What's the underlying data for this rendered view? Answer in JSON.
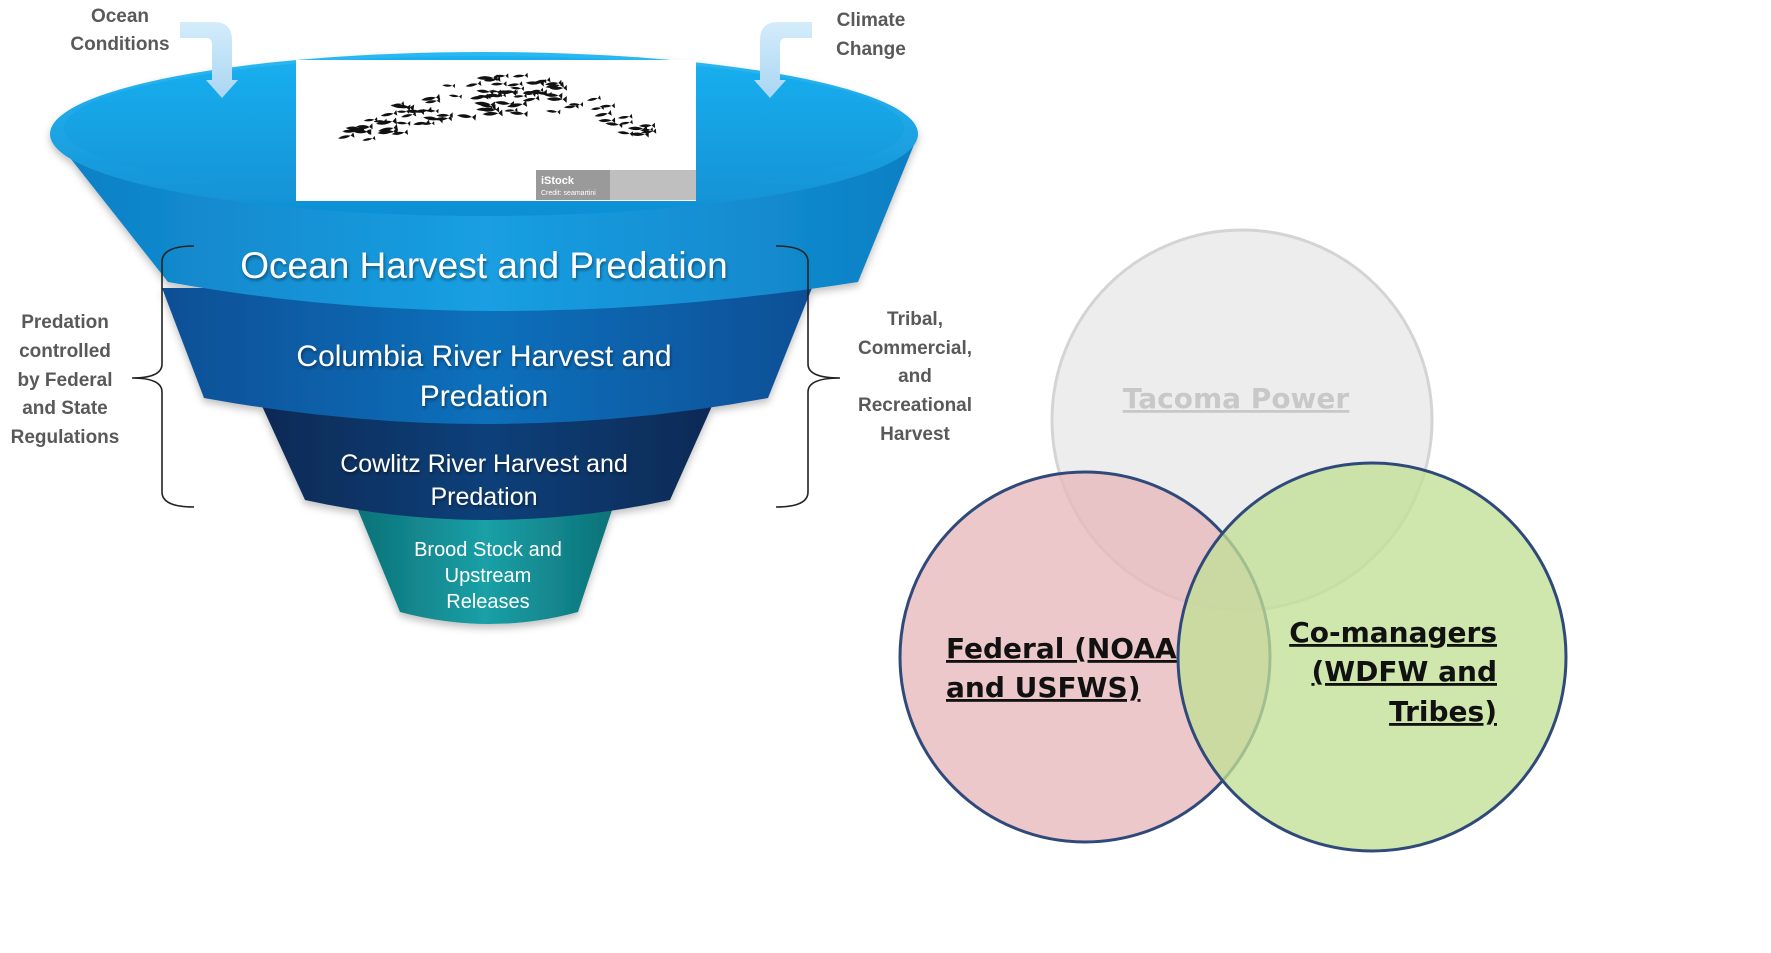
{
  "inputs": {
    "left": "Ocean Conditions",
    "right": "Climate Change"
  },
  "stock_image": {
    "brand": "iStock",
    "credit": "Credit: seamartini"
  },
  "funnel_tiers": [
    {
      "label": "Ocean Harvest and Predation",
      "color": "#1aa0e0"
    },
    {
      "label": "Columbia River Harvest and Predation",
      "color": "#0f6db6"
    },
    {
      "label": "Cowlitz River Harvest and Predation",
      "color": "#0d3d70"
    },
    {
      "label": "Brood Stock and Upstream Releases",
      "color": "#16939a"
    }
  ],
  "brackets": {
    "left_label": "Predation controlled by Federal and State Regulations",
    "right_label": "Tribal, Commercial, and Recreational Harvest"
  },
  "venn": {
    "top": {
      "label": "Tacoma Power",
      "fill": "#e8e8e8",
      "stroke": "#d4d4d4"
    },
    "left": {
      "label": "Federal (NOAA and USFWS)",
      "fill": "#e8b9bb",
      "stroke": "#2f4a7a"
    },
    "right": {
      "label": "Co-managers (WDFW and Tribes)",
      "fill": "#c2df96",
      "stroke": "#2f4a7a"
    }
  }
}
